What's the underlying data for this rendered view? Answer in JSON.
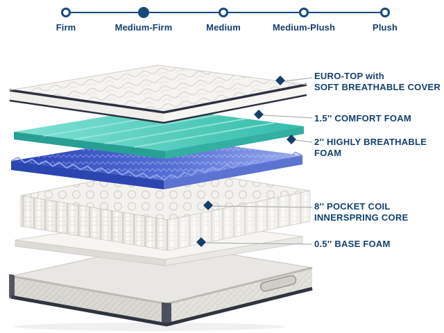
{
  "firmness_scale": {
    "items": [
      {
        "label": "Firm",
        "selected": false
      },
      {
        "label": "Medium-Firm",
        "selected": true
      },
      {
        "label": "Medium",
        "selected": false
      },
      {
        "label": "Medium-Plush",
        "selected": false
      },
      {
        "label": "Plush",
        "selected": false
      }
    ]
  },
  "layer_labels": [
    {
      "line1": "EURO-TOP with",
      "line2": "SOFT BREATHABLE COVER",
      "layer": "euro-top"
    },
    {
      "line1": "1.5'' COMFORT FOAM",
      "line2": "",
      "layer": "comfort-foam"
    },
    {
      "line1": "2'' HIGHLY BREATHABLE",
      "line2": "FOAM",
      "layer": "breathable-foam"
    },
    {
      "line1": "8'' POCKET COIL",
      "line2": "INNERSPRING CORE",
      "layer": "pocket-coil"
    },
    {
      "line1": "0.5'' BASE FOAM",
      "line2": "",
      "layer": "base-foam"
    }
  ],
  "colors": {
    "navy_text": "#12406d",
    "marker_diamond": "#173e66",
    "scale_line": "#16497b",
    "comfort_foam_teal": "#3abfae",
    "breathable_foam_blue": "#3a55c8",
    "connector_gray": "#adb1b6"
  }
}
